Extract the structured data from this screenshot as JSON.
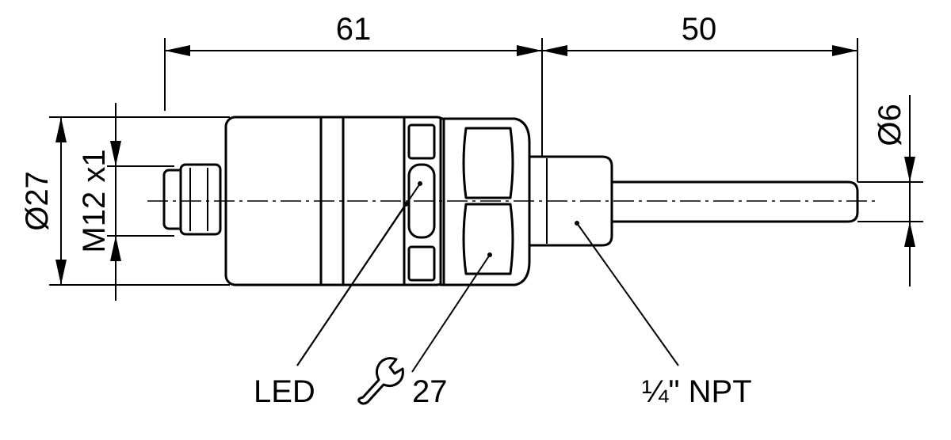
{
  "dimensions": {
    "length_body": "61",
    "length_probe": "50",
    "diameter_body": "Ø27",
    "thread_connector": "M12 x1",
    "diameter_probe": "Ø6"
  },
  "callouts": {
    "led": "LED",
    "wrench_size": "27",
    "process_thread": "¼\" NPT"
  },
  "icons": {
    "wrench": "wrench-icon"
  }
}
